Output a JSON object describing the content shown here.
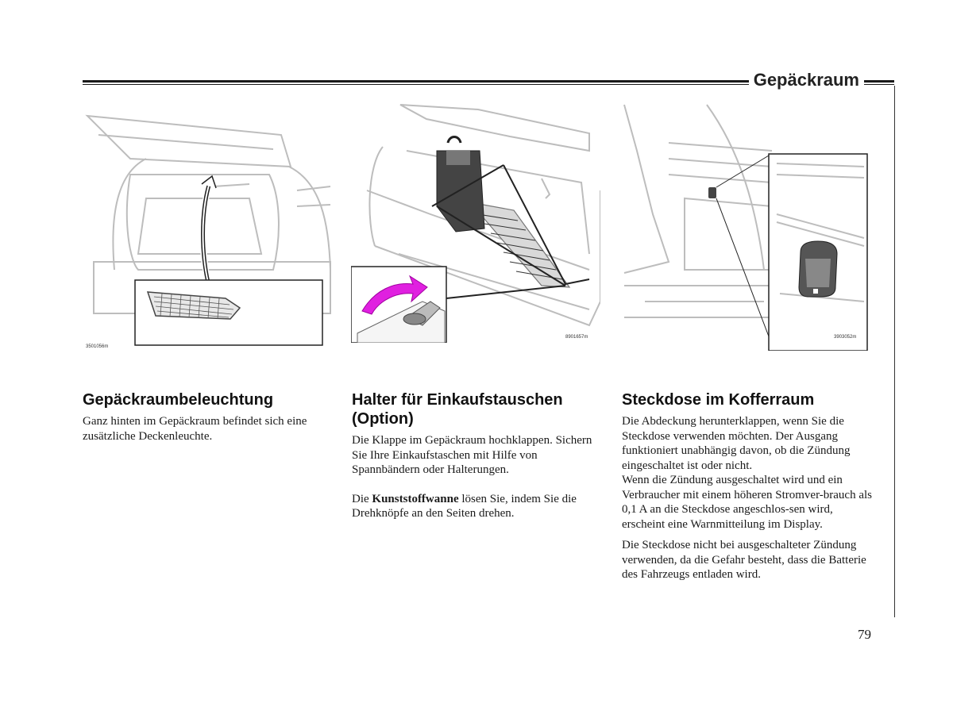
{
  "header": {
    "title": "Gepäckraum"
  },
  "figures": [
    {
      "code": "3501056m",
      "icon": "trunk-light-illustration"
    },
    {
      "code": "8901657m",
      "icon": "shopping-bag-holder-illustration"
    },
    {
      "code": "3903052m",
      "icon": "power-socket-illustration"
    }
  ],
  "sections": [
    {
      "heading": "Gepäckraumbeleuchtung",
      "p1": "Ganz hinten im Gepäckraum befindet sich eine zusätzliche Deckenleuchte."
    },
    {
      "heading": "Halter für Einkaufstauschen (Option)",
      "p1": "Die Klappe im Gepäckraum hochklappen. Sichern Sie Ihre Einkaufstaschen mit Hilfe von Spannbändern oder Halterungen.",
      "p2_prefix": "Die ",
      "p2_bold": "Kunststoffwanne",
      "p2_suffix": " lösen Sie, indem Sie die Drehknöpfe an den Seiten drehen."
    },
    {
      "heading": "Steckdose im Kofferraum",
      "p1": "Die Abdeckung herunterklappen, wenn Sie die Steckdose verwenden möchten. Der Ausgang funktioniert unabhängig davon, ob die Zündung eingeschaltet ist oder nicht.",
      "p2": "Wenn die Zündung ausgeschaltet wird und ein Verbraucher mit einem höheren Stromver-brauch als 0,1 A an die Steckdose angeschlos-sen wird, erscheint eine Warnmitteilung im Display.",
      "p3": "Die Steckdose nicht bei ausgeschalteter Zündung verwenden, da die Gefahr besteht, dass die Batterie des Fahrzeugs entladen wird."
    }
  ],
  "page_number": "79",
  "colors": {
    "accent_arrow": "#e020e0",
    "line_art": "#bdbdbd",
    "ink": "#1a1a1a"
  }
}
